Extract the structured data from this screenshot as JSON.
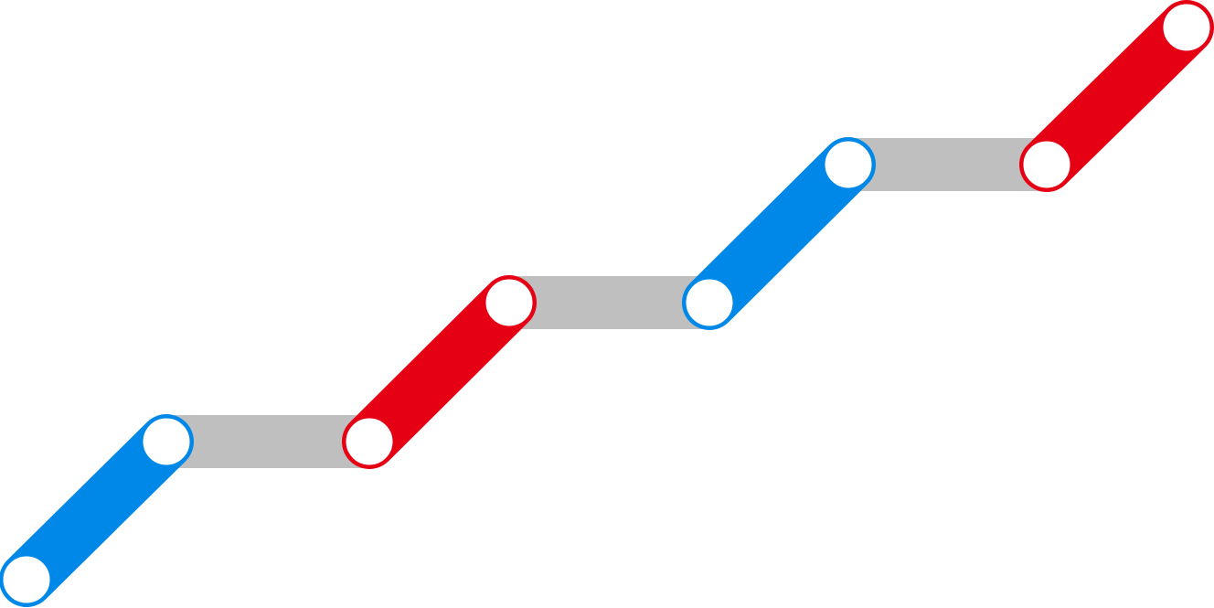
{
  "colors": {
    "background": "#ffffff",
    "blue": "#0088e8",
    "red": "#e50014",
    "connector": "#bfbfbf",
    "node_fill": "#ffffff"
  },
  "diagram": {
    "description_type": "staircase",
    "segments": [
      {
        "kind": "rise",
        "color": "blue"
      },
      {
        "kind": "run",
        "color": "connector"
      },
      {
        "kind": "rise",
        "color": "red"
      },
      {
        "kind": "run",
        "color": "connector"
      },
      {
        "kind": "rise",
        "color": "blue"
      },
      {
        "kind": "run",
        "color": "connector"
      },
      {
        "kind": "rise",
        "color": "red"
      }
    ]
  }
}
